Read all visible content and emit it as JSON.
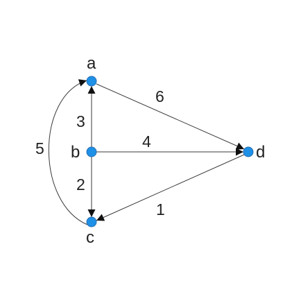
{
  "graph": {
    "node_color": "#1e90e6",
    "edge_color": "#3a3a3a",
    "nodes": [
      {
        "id": "a",
        "label": "a"
      },
      {
        "id": "b",
        "label": "b"
      },
      {
        "id": "c",
        "label": "c"
      },
      {
        "id": "d",
        "label": "d"
      }
    ],
    "edges": [
      {
        "from": "a",
        "to": "d",
        "label": "6"
      },
      {
        "from": "b",
        "to": "a",
        "label": "3"
      },
      {
        "from": "b",
        "to": "d",
        "label": "4"
      },
      {
        "from": "b",
        "to": "c",
        "label": "2"
      },
      {
        "from": "d",
        "to": "c",
        "label": "1"
      },
      {
        "from": "c",
        "to": "a",
        "label": "5"
      }
    ]
  }
}
